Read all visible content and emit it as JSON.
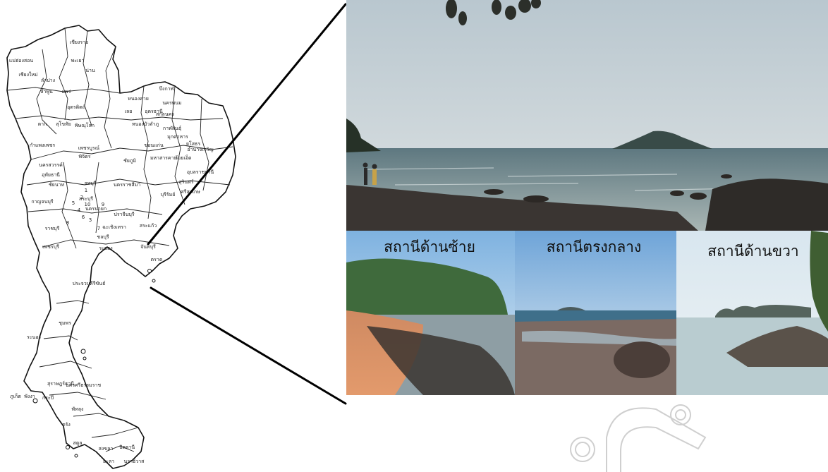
{
  "map": {
    "provinces": [
      "เชียงราย",
      "แม่ฮ่องสอน",
      "พะเยา",
      "น่าน",
      "เชียงใหม่",
      "ลำปาง",
      "ลำพูน",
      "แพร่",
      "อุตรดิตถ์",
      "ตาก",
      "สุโขทัย",
      "พิษณุโลก",
      "หนองคาย",
      "บึงกาฬ",
      "นครพนม",
      "เลย",
      "อุดรธานี",
      "สกลนคร",
      "หนองบัวลำภู",
      "กาฬสินธุ์",
      "มุกดาหาร",
      "กำแพงเพชร",
      "เพชรบูรณ์",
      "ขอนแก่น",
      "มหาสารคาม",
      "อำนาจเจริญ",
      "พิจิตร",
      "ร้อยเอ็ด",
      "ยโสธร",
      "นครสวรรค์",
      "ชัยภูมิ",
      "อุบลราชธานี",
      "อุทัยธานี",
      "ชัยนาท",
      "ลพบุรี",
      "นครราชสีมา",
      "สุรินทร์",
      "บุรีรัมย์",
      "ศรีสะเกษ",
      "กาญจนบุรี",
      "สระบุรี",
      "นครนายก",
      "ปราจีนบุรี",
      "ราชบุรี",
      "ฉะเชิงเทรา",
      "สระแก้ว",
      "ชลบุรี",
      "เพชรบุรี",
      "ระยอง",
      "จันทบุรี",
      "ตราด",
      "ประจวบคีรีขันธ์",
      "ชุมพร",
      "ระนอง",
      "สุราษฎร์ธานี",
      "พังงา",
      "นครศรีธรรมราช",
      "ภูเก็ต",
      "กระบี่",
      "พัทลุง",
      "ตรัง",
      "สตูล",
      "สงขลา",
      "ปัตตานี",
      "ยะลา",
      "นราธิวาส"
    ],
    "small_numbers": [
      "1",
      "2",
      "3",
      "4",
      "5",
      "6",
      "7",
      "8",
      "9",
      "10"
    ]
  },
  "photos": {
    "main": {
      "icon": "beach-island-photo"
    },
    "stations": [
      {
        "label": "สถานีด้านซ้าย",
        "icon": "left-station-photo"
      },
      {
        "label": "สถานีตรงกลาง",
        "icon": "center-station-photo"
      },
      {
        "label": "สถานีด้านขวา",
        "icon": "right-station-photo"
      }
    ]
  },
  "colors": {
    "sky": "#c9d2d8",
    "sea": "#6f8a93",
    "rock": "#3a3532",
    "sand": "#d8875a",
    "forest": "#3f6a3c",
    "outline": "#111111"
  }
}
